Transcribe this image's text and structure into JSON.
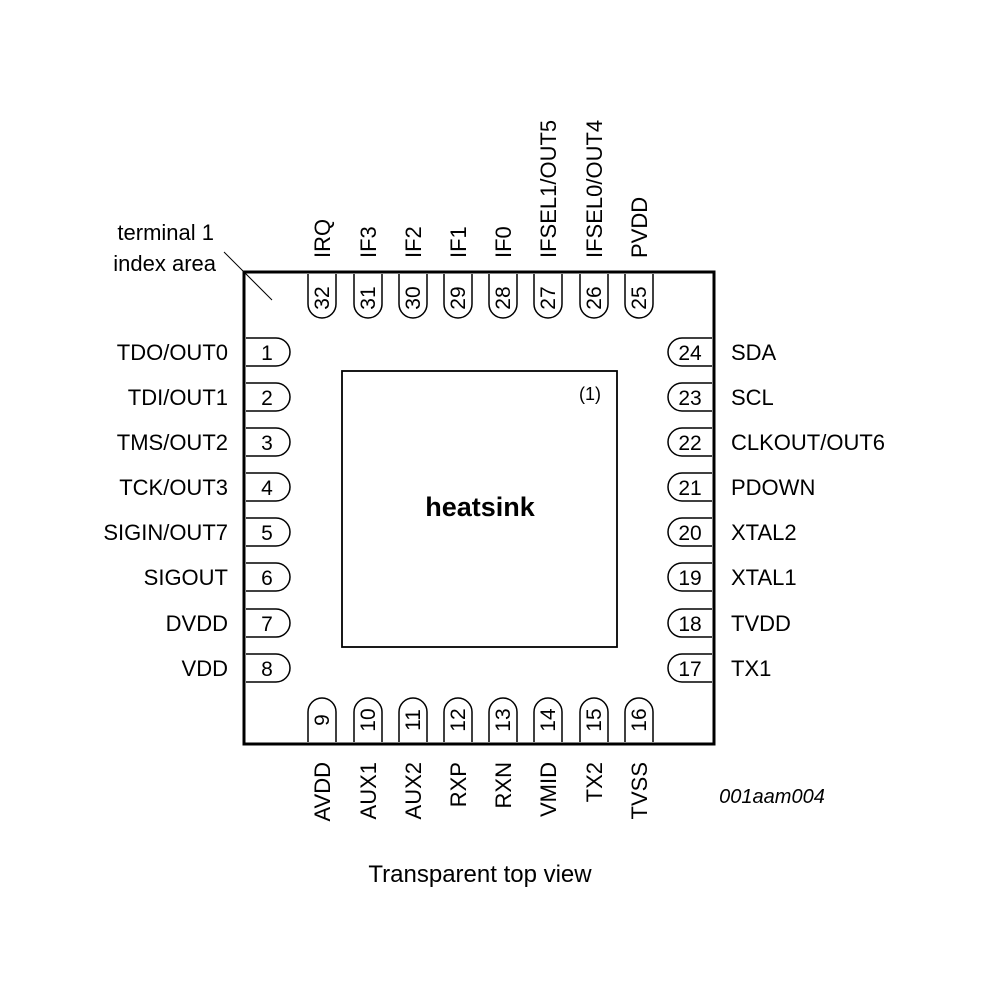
{
  "package": {
    "index_note": [
      "terminal 1",
      "index area"
    ],
    "heatsink_label": "heatsink",
    "heatsink_note": "(1)",
    "drawing_id": "001aam004",
    "view_caption": "Transparent top view"
  },
  "pins": {
    "left": [
      {
        "num": "1",
        "name": "TDO/OUT0"
      },
      {
        "num": "2",
        "name": "TDI/OUT1"
      },
      {
        "num": "3",
        "name": "TMS/OUT2"
      },
      {
        "num": "4",
        "name": "TCK/OUT3"
      },
      {
        "num": "5",
        "name": "SIGIN/OUT7"
      },
      {
        "num": "6",
        "name": "SIGOUT"
      },
      {
        "num": "7",
        "name": "DVDD"
      },
      {
        "num": "8",
        "name": "VDD"
      }
    ],
    "bottom": [
      {
        "num": "9",
        "name": "AVDD"
      },
      {
        "num": "10",
        "name": "AUX1"
      },
      {
        "num": "11",
        "name": "AUX2"
      },
      {
        "num": "12",
        "name": "RXP"
      },
      {
        "num": "13",
        "name": "RXN"
      },
      {
        "num": "14",
        "name": "VMID"
      },
      {
        "num": "15",
        "name": "TX2"
      },
      {
        "num": "16",
        "name": "TVSS"
      }
    ],
    "right": [
      {
        "num": "17",
        "name": "TX1"
      },
      {
        "num": "18",
        "name": "TVDD"
      },
      {
        "num": "19",
        "name": "XTAL1"
      },
      {
        "num": "20",
        "name": "XTAL2"
      },
      {
        "num": "21",
        "name": "PDOWN"
      },
      {
        "num": "22",
        "name": "CLKOUT/OUT6"
      },
      {
        "num": "23",
        "name": "SCL"
      },
      {
        "num": "24",
        "name": "SDA"
      }
    ],
    "top": [
      {
        "num": "25",
        "name": "PVDD"
      },
      {
        "num": "26",
        "name": "IFSEL0/OUT4"
      },
      {
        "num": "27",
        "name": "IFSEL1/OUT5"
      },
      {
        "num": "28",
        "name": "IF0"
      },
      {
        "num": "29",
        "name": "IF1"
      },
      {
        "num": "30",
        "name": "IF2"
      },
      {
        "num": "31",
        "name": "IF3"
      },
      {
        "num": "32",
        "name": "IRQ"
      }
    ]
  }
}
